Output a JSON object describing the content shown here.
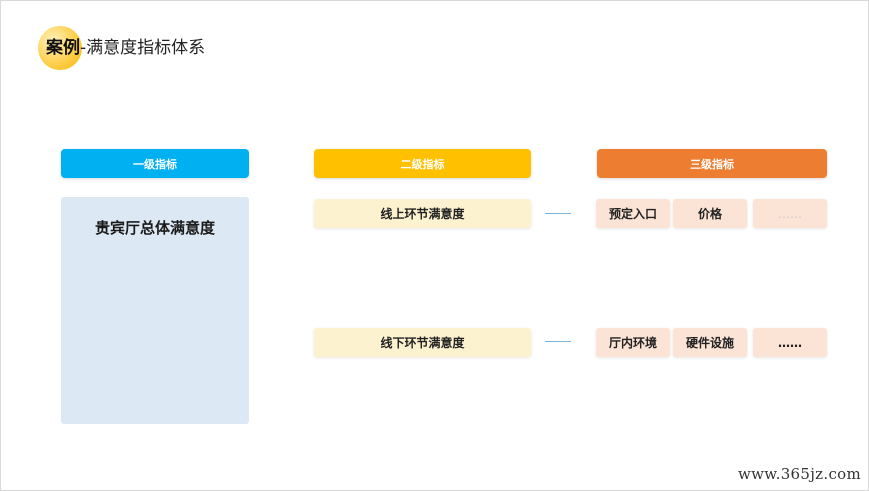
{
  "title": {
    "bold_part": "案例",
    "rest": "-满意度指标体系"
  },
  "headers": {
    "level1": "一级指标",
    "level2": "二级指标",
    "level3": "三级指标"
  },
  "level1": {
    "label": "贵宾厅总体满意度"
  },
  "level2": [
    {
      "label": "线上环节满意度"
    },
    {
      "label": "线下环节满意度"
    }
  ],
  "level3": [
    [
      "预定入口",
      "价格",
      "……"
    ],
    [
      "厅内环境",
      "硬件设施",
      "……"
    ]
  ],
  "watermark": "www.365jz.com",
  "colors": {
    "level1_header": "#00b0f0",
    "level2_header": "#ffc000",
    "level3_header": "#ed7d31",
    "level1_panel": "#dde8f5",
    "level2_card": "#fdf2d0",
    "level3_card": "#fbe3d6"
  }
}
